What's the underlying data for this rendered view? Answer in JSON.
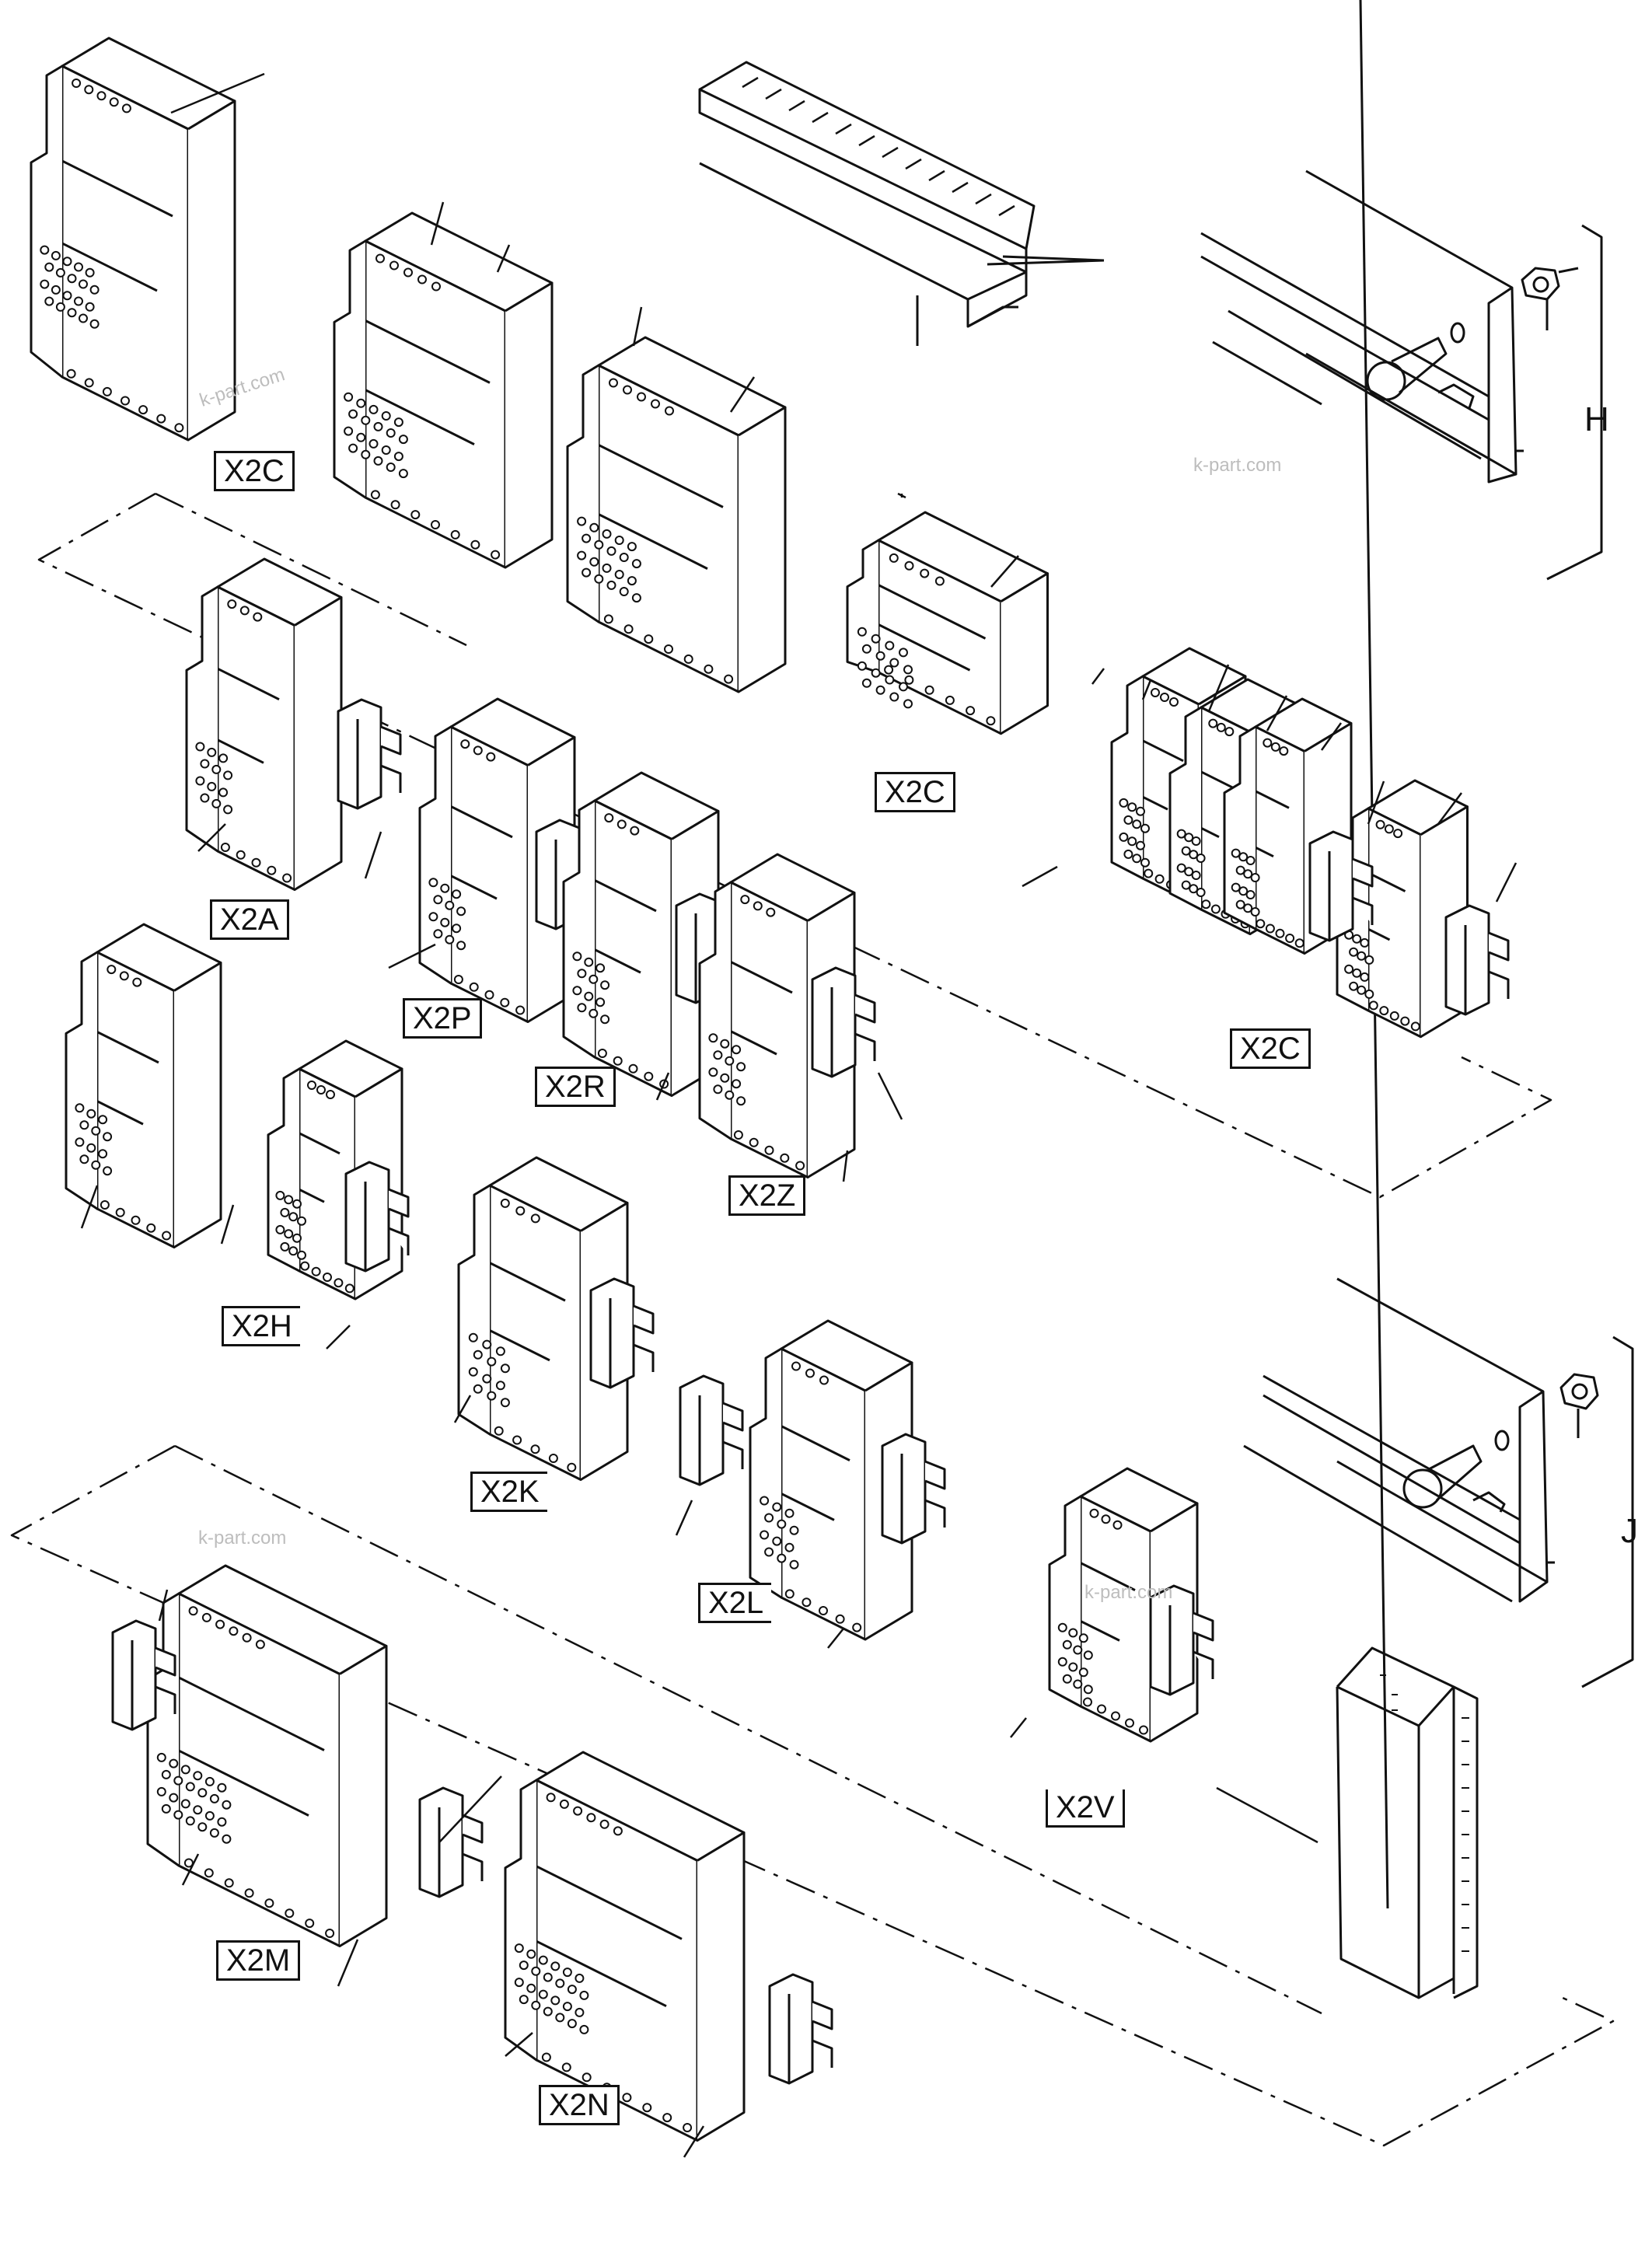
{
  "groups": [
    {
      "code": "X2C"
    },
    {
      "code": "X2C"
    },
    {
      "code": "X2C"
    },
    {
      "code": "X2A"
    },
    {
      "code": "X2P"
    },
    {
      "code": "X2R"
    },
    {
      "code": "X2Z"
    },
    {
      "code": "X2H"
    },
    {
      "code": "X2K"
    },
    {
      "code": "X2L"
    },
    {
      "code": "X2V"
    },
    {
      "code": "X2M"
    },
    {
      "code": "X2N"
    }
  ],
  "brackets": [
    {
      "letter": "H"
    },
    {
      "letter": "J"
    }
  ],
  "watermark": "k-part.com",
  "colors": {
    "line": "#111111",
    "background": "#ffffff",
    "watermark": "#bdbdbd"
  }
}
